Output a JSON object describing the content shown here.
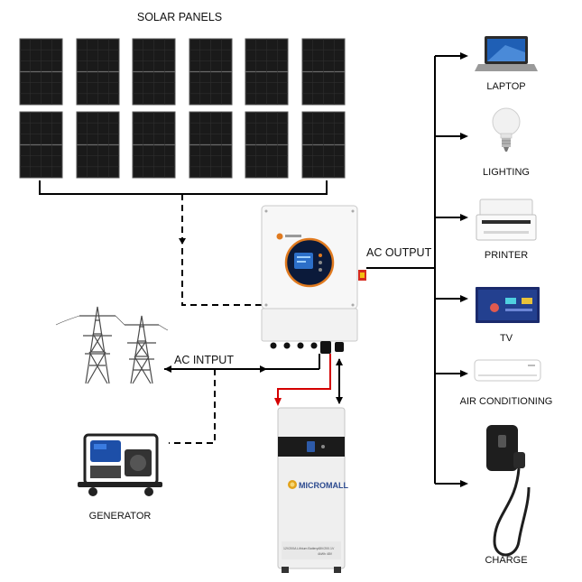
{
  "title": "SOLAR PANELS",
  "labels": {
    "ac_output": "AC OUTPUT",
    "ac_input": "AC  INTPUT",
    "generator": "GENERATOR"
  },
  "battery": {
    "brand": "MICROMALL",
    "spec_left": "12V200A Lithium Battery",
    "spec_right": "48V/200.1V",
    "spec_right2": "4kWh 48V"
  },
  "loads": [
    {
      "label": "LAPTOP",
      "icon": "laptop-icon"
    },
    {
      "label": "LIGHTING",
      "icon": "light-bulb-icon"
    },
    {
      "label": "PRINTER",
      "icon": "printer-icon"
    },
    {
      "label": "TV",
      "icon": "tv-icon"
    },
    {
      "label": "AIR CONDITIONING",
      "icon": "air-conditioner-icon"
    },
    {
      "label": "CHARGE",
      "icon": "ev-charger-icon"
    }
  ],
  "colors": {
    "line": "#000000",
    "battery_link": "#d40000",
    "inverter_display": "#0b1a3a",
    "inverter_ring": "#e07a1f",
    "panel_cell": "#1a1a1a"
  }
}
